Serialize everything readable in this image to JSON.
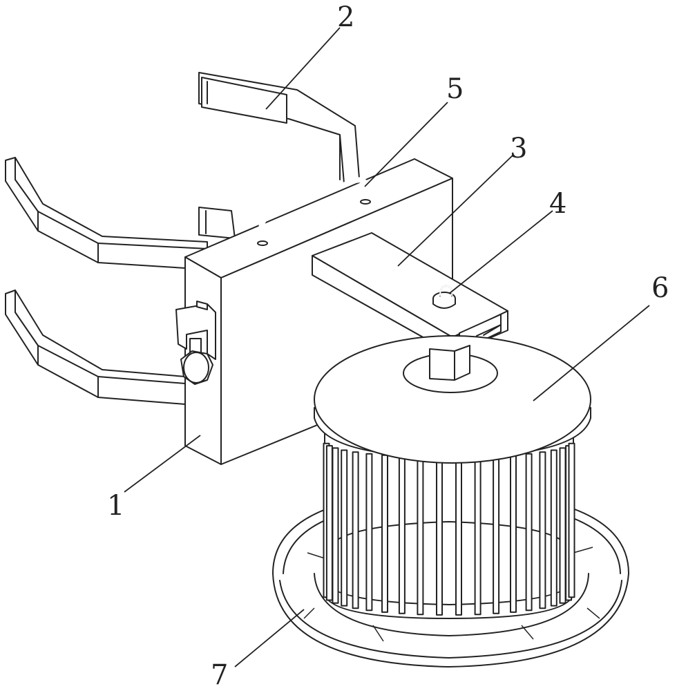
{
  "labels": {
    "main_box": "1",
    "upper_arm": "2",
    "cross_beam": "3",
    "knob": "4",
    "handle": "5",
    "cage_top_disc": "6",
    "base_tray": "7"
  }
}
